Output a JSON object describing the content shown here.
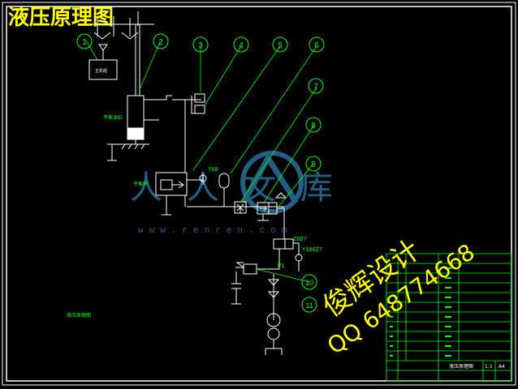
{
  "title": "液压原理图",
  "balloons": [
    "1",
    "2",
    "3",
    "4",
    "5",
    "6",
    "7",
    "8",
    "9",
    "10",
    "11"
  ],
  "component_labels": {
    "main_unit": "主机组",
    "balance_cylinder": "平衡油缸",
    "balance_valve": "平衡阀",
    "sensor": "Y60",
    "valve_a": "Z6D7",
    "valve_b": "Y100Z7",
    "pump": "P1",
    "schematic_caption": "液压原理图"
  },
  "watermark": {
    "site": "www.renren.com",
    "brand": "人人文库"
  },
  "overlay": {
    "line1": "俊辉设计",
    "line2": "QQ 648774668"
  },
  "title_block": {
    "drawing_name": "液压原理图",
    "scale": "1:1",
    "sheet": "A4"
  },
  "colors": {
    "title": "#ffff00",
    "lines": "#ffffff",
    "leaders": "#00ff00",
    "balloons": "#00ff00",
    "border": "#ffffff",
    "watermark": "#2a6f9a",
    "overlay": "#ffff00"
  }
}
